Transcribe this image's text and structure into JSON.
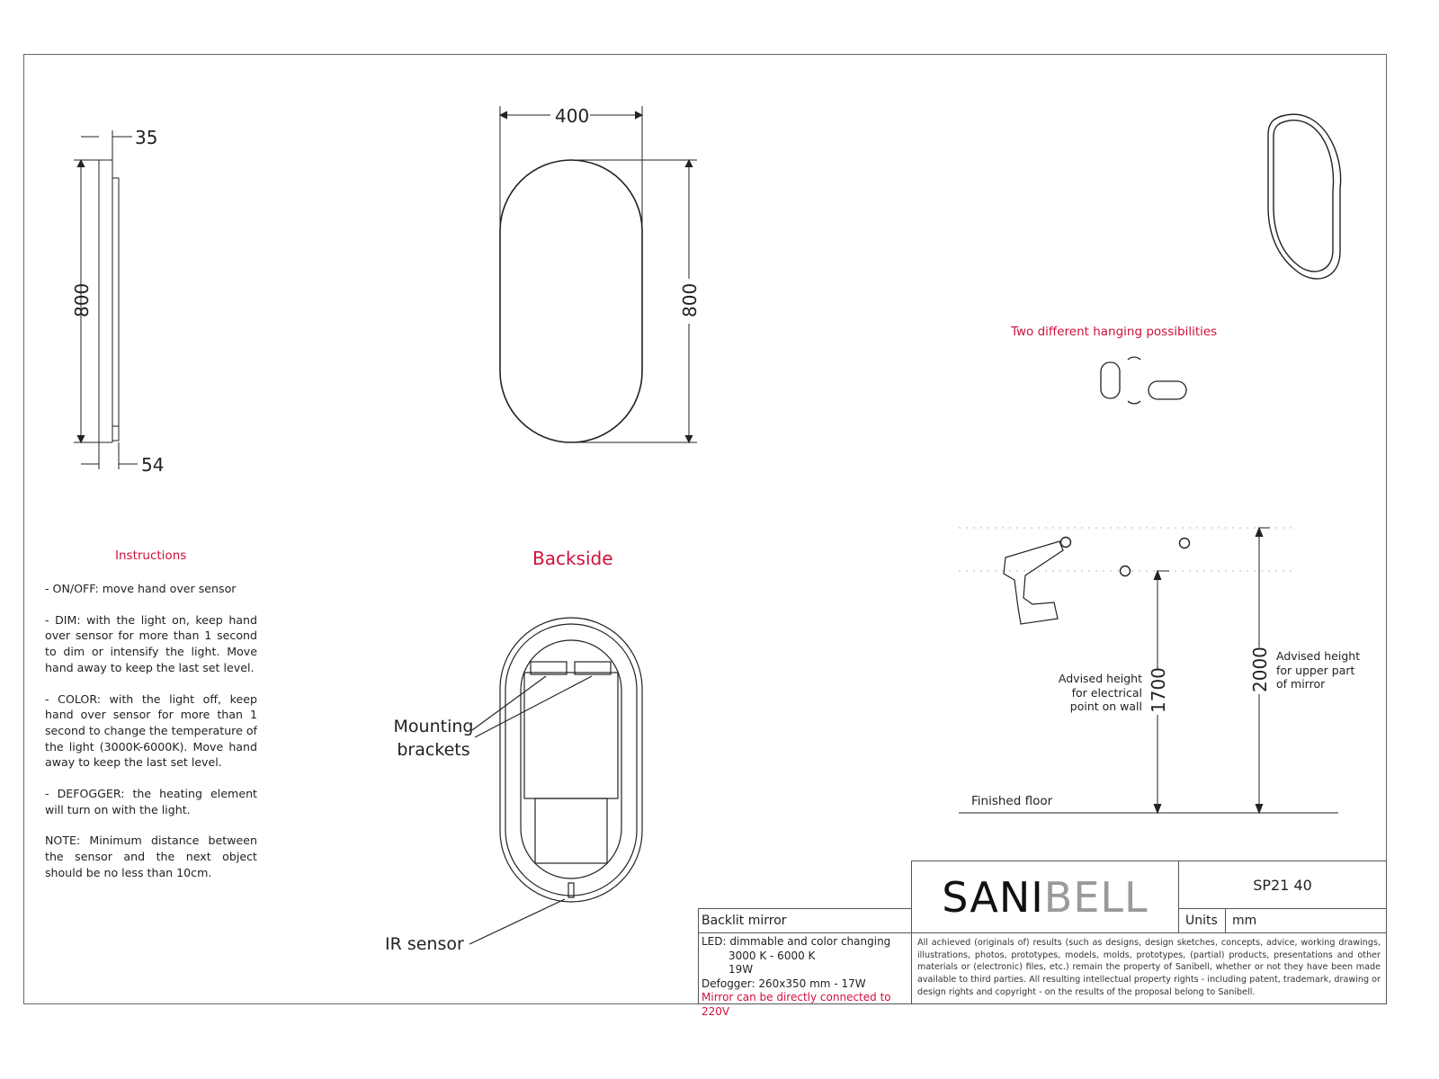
{
  "dimensions": {
    "depth_top": "35",
    "depth_bottom": "54",
    "height_side": "800",
    "width_front": "400",
    "height_front": "800"
  },
  "hanging": {
    "title": "Two different hanging possibilities"
  },
  "instructions": {
    "title": "Instructions",
    "items": [
      "- ON/OFF: move hand over sensor",
      "- DIM: with the light on, keep hand over sensor for more than 1 second to dim or intensify the light. Move hand away to keep the last set level.",
      "- COLOR: with the light off, keep hand over sensor for more than 1 second to change the temperature of the light (3000K-6000K). Move hand away to keep the last set level.",
      "- DEFOGGER: the heating element will turn on with the light.",
      "NOTE: Minimum distance between the sensor and the next object should be no less than 10cm."
    ]
  },
  "backside": {
    "title": "Backside",
    "mounting_brackets": [
      "Mounting",
      "brackets"
    ],
    "ir_sensor": "IR sensor"
  },
  "installation": {
    "electrical_height": "1700",
    "electrical_label": [
      "Advised height",
      "for electrical",
      "point on wall"
    ],
    "mirror_height": "2000",
    "mirror_label": [
      "Advised height",
      "for upper part",
      "of mirror"
    ],
    "floor_label": "Finished floor"
  },
  "title_block": {
    "logo_dark": "SANI",
    "logo_light": "BELL",
    "product_code": "SP21 40",
    "units_label": "Units",
    "units_value": "mm",
    "product_name": "Backlit mirror",
    "specs": [
      "LED: dimmable and color changing",
      "3000 K - 6000 K",
      "19W",
      "Defogger: 260x350 mm - 17W"
    ],
    "warning": "Mirror can be directly connected to 220V",
    "disclaimer": "All achieved (originals of) results (such as designs, design sketches, concepts, advice, working drawings, illustrations, photos, prototypes, models, molds, prototypes, (partial) products, presentations and other materials or (electronic) files, etc.) remain the property of Sanibell, whether or not they have been made available to third parties. All resulting intellectual property rights - including patent, trademark, drawing or design rights and copyright - on the results of the proposal belong to Sanibell."
  },
  "colors": {
    "accent": "#d0103a",
    "line": "#222222",
    "logo_light": "#9a9a9a"
  }
}
